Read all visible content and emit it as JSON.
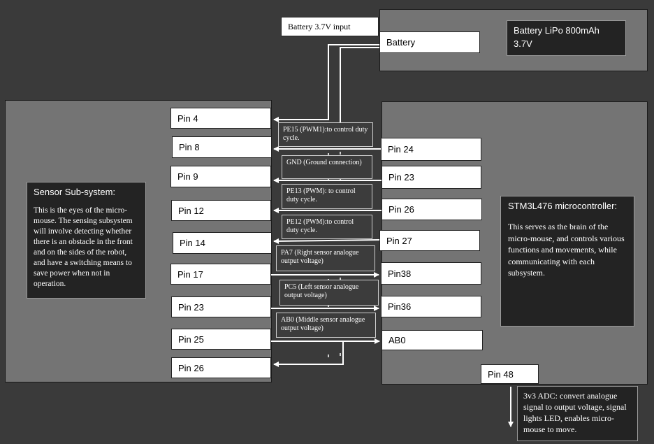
{
  "battery_input_label": "Battery 3.7V input",
  "battery_pin": "Battery",
  "battery_desc": "Battery LiPo 800mAh\n3.7V",
  "sensor": {
    "title": "Sensor Sub-system:",
    "desc": "This is the eyes of the micro-mouse. The sensing subsystem will involve detecting whether there is an obstacle in the front and on the sides of the robot, and have a switching means to save power when not in operation.",
    "pins": [
      "Pin 4",
      "Pin 8",
      "Pin 9",
      "Pin 12",
      "Pin 14",
      "Pin 17",
      "Pin 23",
      "Pin 25",
      "Pin 26"
    ]
  },
  "mcu": {
    "title": "STM3L476 microcontroller:",
    "desc": "This serves as the brain of the micro-mouse, and controls various functions and movements, while communicating with each subsystem.",
    "pins": [
      "Pin 24",
      "Pin 23",
      "Pin 26",
      "Pin 27",
      "Pin38",
      "Pin36",
      "AB0"
    ]
  },
  "signals": [
    "PE15 (PWM1):to control duty cycle.",
    "GND (Ground connection)",
    "PE13 (PWM): to control duty cycle.",
    "PE12 (PWM):to control duty cycle.",
    "PA7 (Right sensor analogue output voltage)",
    "PC5 (Left sensor analogue output voltage)",
    "AB0 (Middle sensor analogue output voltage)"
  ],
  "adc": {
    "pin": "Pin 48",
    "desc": "3v3 ADC: convert analogue signal to output voltage, signal lights LED, enables micro-mouse to move."
  }
}
